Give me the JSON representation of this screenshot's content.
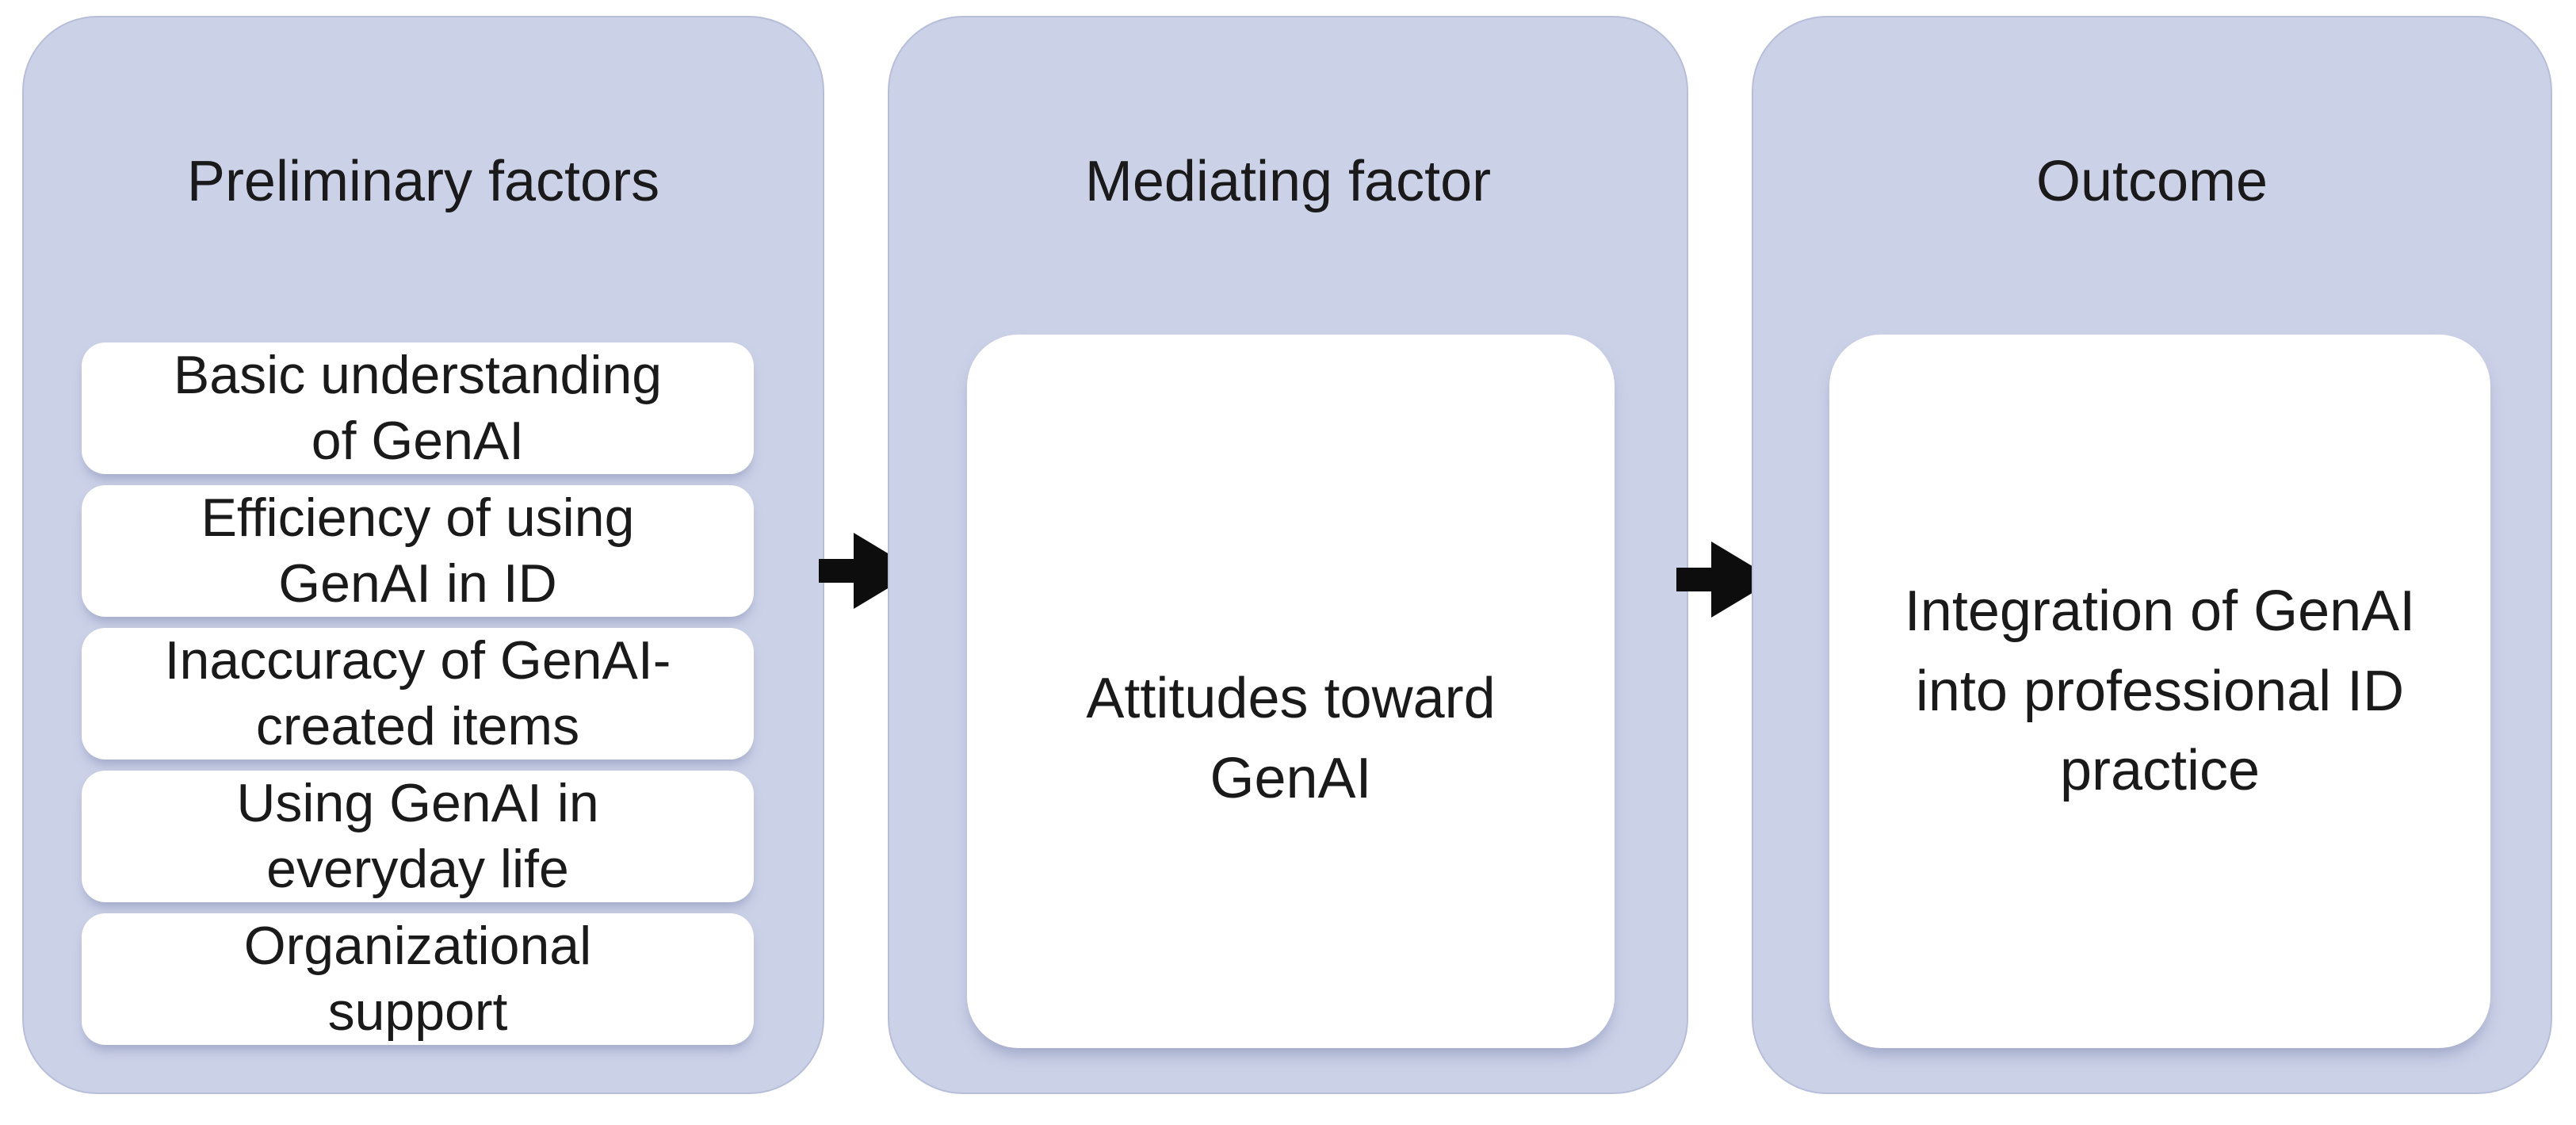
{
  "diagram": {
    "columns": [
      {
        "title": "Preliminary factors",
        "items": [
          {
            "label": "Basic understanding\nof GenAI"
          },
          {
            "label": "Efficiency of using\nGenAI in ID"
          },
          {
            "label": "Inaccuracy of GenAI-\ncreated items"
          },
          {
            "label": "Using GenAI in\neveryday life"
          },
          {
            "label": "Organizational\nsupport"
          }
        ]
      },
      {
        "title": "Mediating factor",
        "items": [
          {
            "label": "Attitudes toward\nGenAI"
          }
        ]
      },
      {
        "title": "Outcome",
        "items": [
          {
            "label": "Integration of GenAI\ninto professional ID\npractice"
          }
        ]
      }
    ],
    "arrows": [
      {
        "from": "Preliminary factors",
        "to": "Mediating factor"
      },
      {
        "from": "Mediating factor",
        "to": "Outcome"
      }
    ],
    "colors": {
      "background": "#ffffff",
      "panel_fill": "#cbd1e7",
      "panel_border": "#b7bed9",
      "box_fill": "#ffffff",
      "arrow": "#0d0d0d",
      "text": "#1a1a1a"
    }
  }
}
